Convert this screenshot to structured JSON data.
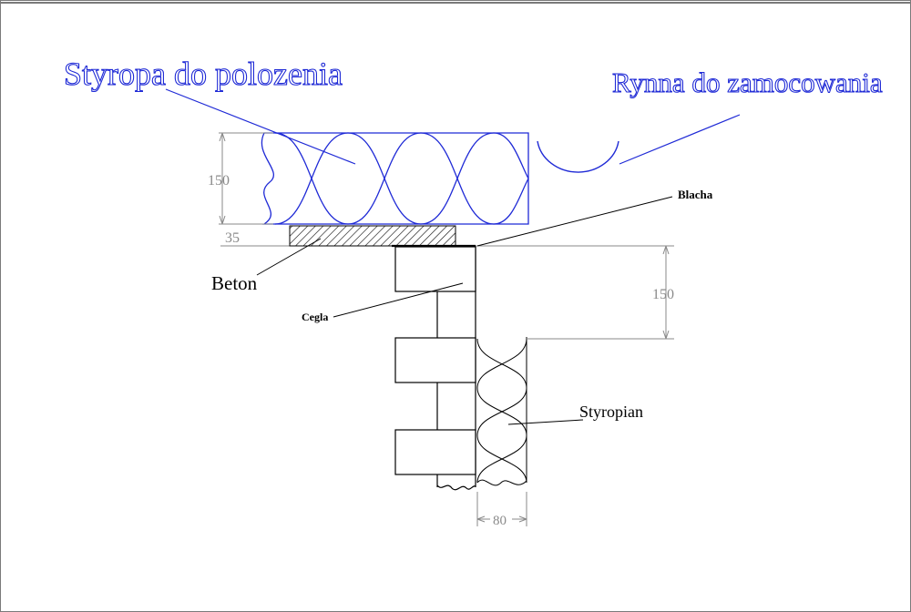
{
  "labels": {
    "styropa_title": "Styropa do polozenia",
    "rynna_title": "Rynna do zamocowania",
    "blacha": "Blacha",
    "beton": "Beton",
    "cegla": "Cegla",
    "styropian": "Styropian"
  },
  "dimensions": {
    "slab_height": "150",
    "concrete_height": "35",
    "wall_height": "150",
    "insulation_width": "80"
  },
  "colors": {
    "annotation_blue": "#1f2ad6",
    "line_black": "#000000",
    "dimension_gray": "#8a8a8a",
    "frame_gray": "#7a7a7a"
  }
}
